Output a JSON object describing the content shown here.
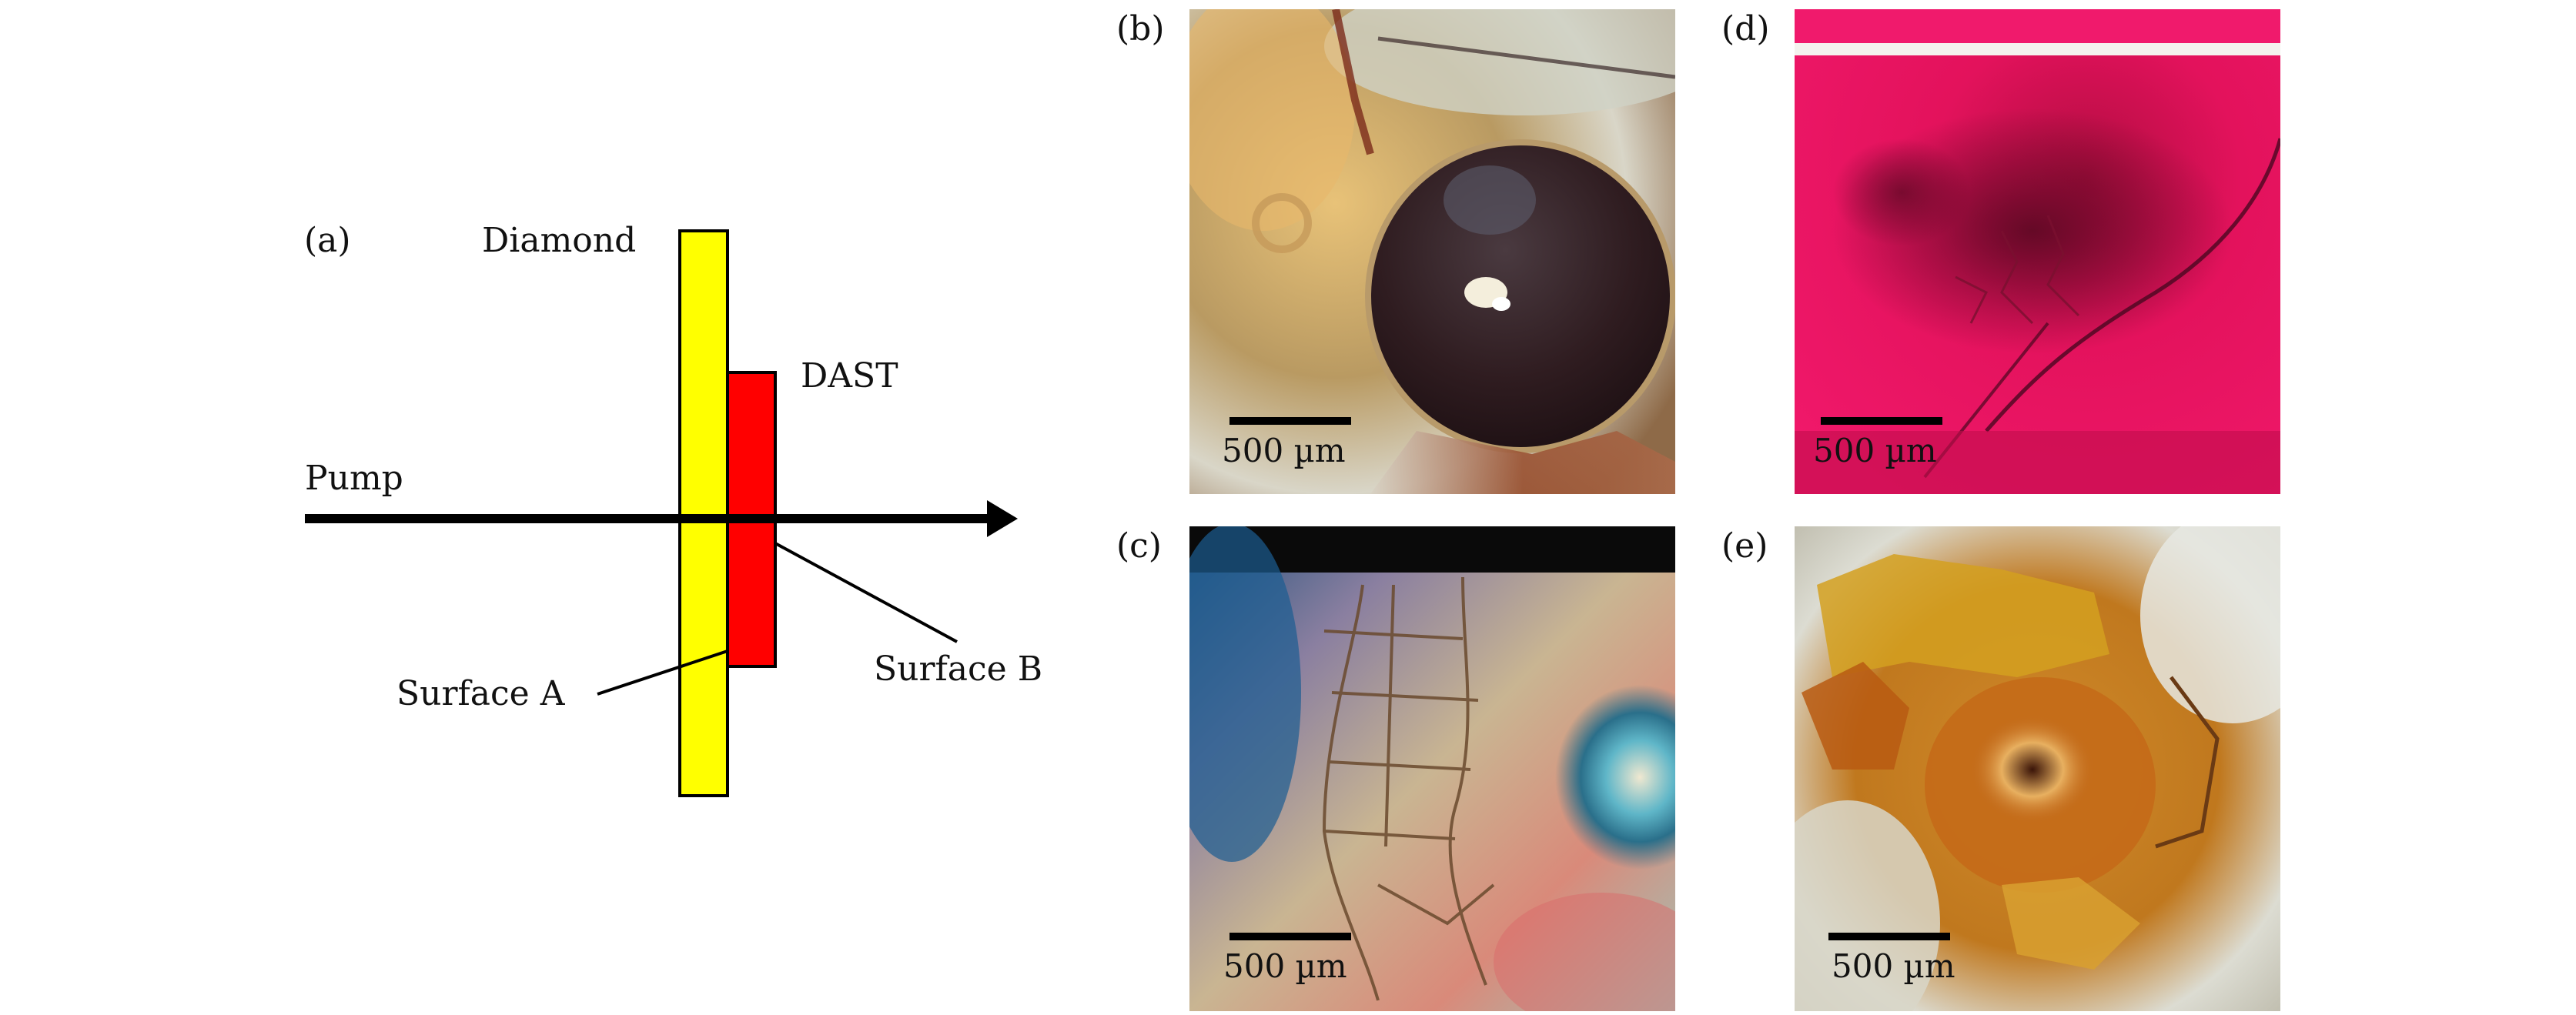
{
  "schematic": {
    "panel_label": "(a)",
    "diamond_label": "Diamond",
    "dast_label": "DAST",
    "pump_label": "Pump",
    "surface_a_label": "Surface A",
    "surface_b_label": "Surface B",
    "diamond_color": "#ffff00",
    "dast_color": "#ff0000",
    "outline_color": "#000000"
  },
  "photos": [
    {
      "id": "b",
      "label": "(b)",
      "scale_bar_text": "500 µm",
      "description_colors": [
        "#c8a060",
        "#3a2226",
        "#e0e4d8"
      ]
    },
    {
      "id": "c",
      "label": "(c)",
      "scale_bar_text": "500 µm",
      "description_colors": [
        "#2e6f9e",
        "#c9a67e",
        "#8a6f52"
      ]
    },
    {
      "id": "d",
      "label": "(d)",
      "scale_bar_text": "500 µm",
      "description_colors": [
        "#e0105a",
        "#6e0a2a",
        "#f0f0f0"
      ]
    },
    {
      "id": "e",
      "label": "(e)",
      "scale_bar_text": "500 µm",
      "description_colors": [
        "#c98a1a",
        "#e5e6e0",
        "#5a2a10"
      ]
    }
  ]
}
